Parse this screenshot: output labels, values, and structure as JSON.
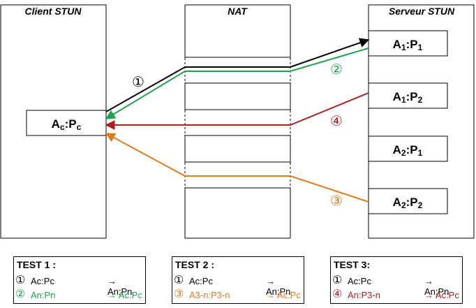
{
  "title_client": "Client STUN",
  "title_nat": "NAT",
  "title_server": "Serveur STUN",
  "client_addr": "Ac:Pc",
  "server_addrs": [
    "A1:P1",
    "A1:P2",
    "A2:P1",
    "A2:P2"
  ],
  "arrow_labels": {
    "a1": "①",
    "a2": "②",
    "a3": "③",
    "a4": "④"
  },
  "colors": {
    "black": "#000000",
    "green": "#1fa24f",
    "orange": "#e07b1a",
    "red": "#b01e1e"
  },
  "tests": [
    {
      "title": "TEST 1 :",
      "rows": [
        {
          "num": "①",
          "from": "Ac:Pc",
          "to": "→ An:Pn",
          "color": "black"
        },
        {
          "num": "②",
          "from": "An:Pn",
          "to": "→ Ac:Pc",
          "color": "green"
        }
      ]
    },
    {
      "title": "TEST 2 :",
      "rows": [
        {
          "num": "①",
          "from": "Ac:Pc",
          "to": "→ An:Pn",
          "color": "black"
        },
        {
          "num": "③",
          "from": "A3-n:P3-n",
          "to": "→ Ac:Pc",
          "color": "orange"
        }
      ]
    },
    {
      "title": "TEST 3:",
      "rows": [
        {
          "num": "①",
          "from": "Ac:Pc",
          "to": "→ An:Pn",
          "color": "black"
        },
        {
          "num": "④",
          "from": "An:P3-n",
          "to": "→ Ac:Pc",
          "color": "red"
        }
      ]
    }
  ]
}
